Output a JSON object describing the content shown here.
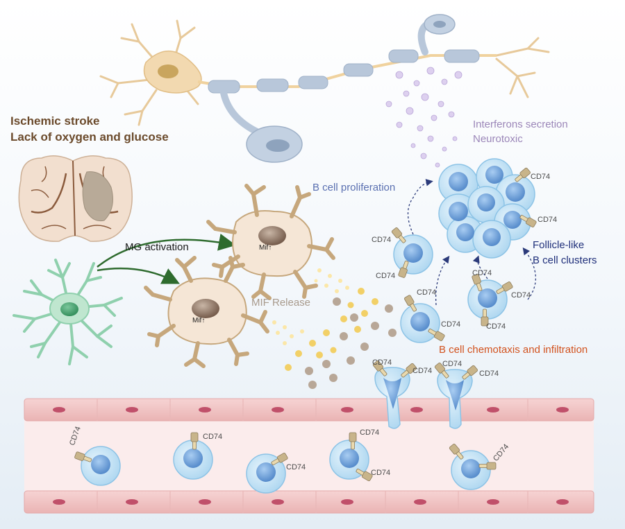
{
  "labels": {
    "ischemic_stroke": "Ischemic stroke",
    "lack_oxygen": "Lack of oxygen and glucose",
    "mg_activation": "MG activation",
    "mif_release": "MIF Release",
    "mif_marker": "Mif",
    "b_cell_proliferation": "B cell proliferation",
    "interferons_secretion": "Interferons secretion",
    "neurotoxic": "Neurotoxic",
    "follicle_like_line1": "Follicle-like",
    "follicle_like_line2": "B cell clusters",
    "chemotaxis": "B cell chemotaxis and infiltration",
    "cd74": "CD74"
  },
  "colors": {
    "title_brown": "#6b4a2b",
    "mg_activation_text": "#1a1a1a",
    "mg_arrow_green": "#2e6b2e",
    "mif_release_text": "#a89a8c",
    "proliferation_text": "#5a6fb0",
    "interferon_text": "#9b86b8",
    "follicle_text": "#1f2f7a",
    "chemotaxis_text": "#d2521e",
    "vessel_pink": "#f3c9c9",
    "b_cell_blue": "#bfe1f5"
  },
  "icons": [
    "brain-section-icon",
    "microglia-resting-icon",
    "microglia-activated-icon",
    "neuron-icon",
    "b-cell-icon",
    "cd74-receptor-icon",
    "blood-vessel-icon"
  ]
}
